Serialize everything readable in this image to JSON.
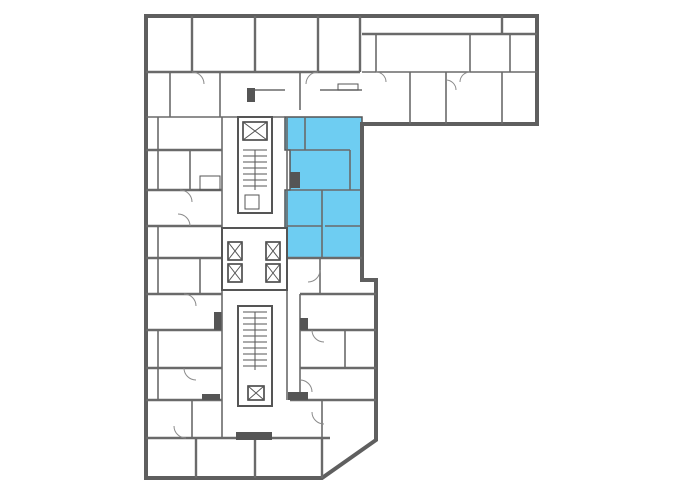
{
  "floor_plan": {
    "highlight_color": "#6ecdf2",
    "wall_color": "#5f5f5f",
    "selected_unit": {
      "icon": "apartment-unit"
    },
    "cores": [
      {
        "id": "north-core",
        "icon": "stair-elevator-core"
      },
      {
        "id": "south-core",
        "icon": "stair-elevator-core"
      }
    ],
    "elevators": [
      "elevator-1",
      "elevator-2",
      "elevator-3",
      "elevator-4"
    ]
  }
}
